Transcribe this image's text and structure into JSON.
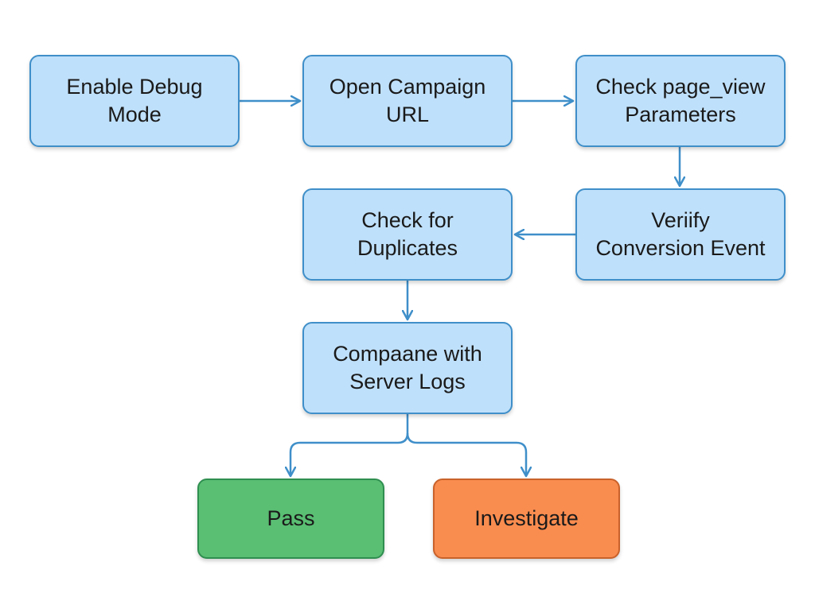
{
  "colors": {
    "step_fill": "#bfe0fa",
    "step_border": "#3f8fc9",
    "connector": "#3f8fc9",
    "pass_fill": "#5abe73",
    "pass_border": "#2f8f50",
    "investigate_fill": "#f98c4f",
    "investigate_border": "#c9622b"
  },
  "nodes": {
    "enable_debug": "Enable Debug\nMode",
    "open_campaign": "Open Campaign\nURL",
    "check_page_view": "Check page_view\nParameters",
    "verify_conversion": "Veriify\nConversion Event",
    "check_duplicates": "Check for\nDuplicates",
    "compare_logs": "Compaane with\nServer Logs",
    "pass": "Pass",
    "investigate": "Investigate"
  },
  "edges": [
    {
      "from": "enable_debug",
      "to": "open_campaign"
    },
    {
      "from": "open_campaign",
      "to": "check_page_view"
    },
    {
      "from": "check_page_view",
      "to": "verify_conversion"
    },
    {
      "from": "verify_conversion",
      "to": "check_duplicates"
    },
    {
      "from": "check_duplicates",
      "to": "compare_logs"
    },
    {
      "from": "compare_logs",
      "to": "pass"
    },
    {
      "from": "compare_logs",
      "to": "investigate"
    }
  ]
}
